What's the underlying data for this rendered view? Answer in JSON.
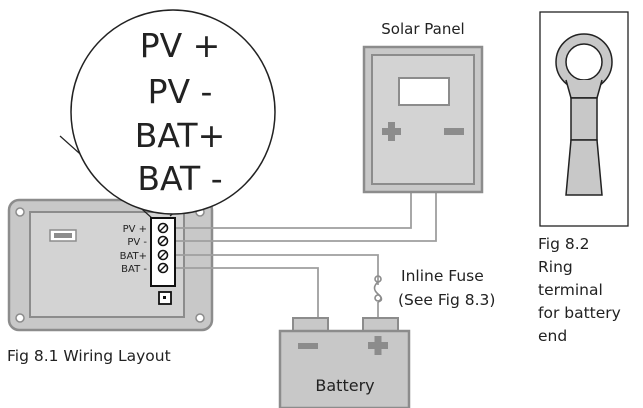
{
  "zoom_labels": [
    "PV +",
    "PV  -",
    "BAT+",
    "BAT -"
  ],
  "terminal_labels": [
    "PV +",
    "PV -",
    "BAT+",
    "BAT -"
  ],
  "solar_panel": {
    "title": "Solar Panel",
    "plus_symbol": "+",
    "minus_symbol": "−"
  },
  "battery": {
    "label": "Battery",
    "minus_symbol": "−",
    "plus_symbol": "+"
  },
  "fuse": {
    "label_line1": "Inline Fuse",
    "label_line2": "(See Fig 8.3)"
  },
  "fig_8_1_caption": "Fig 8.1  Wiring Layout",
  "fig_8_2_caption": [
    "Fig 8.2",
    "Ring",
    "terminal",
    "for battery",
    "end"
  ],
  "colors": {
    "device_gray": "#c8c8c8",
    "outline_gray": "#8c8c8c",
    "wire_gray": "#9e9e9e",
    "text": "#222222"
  }
}
